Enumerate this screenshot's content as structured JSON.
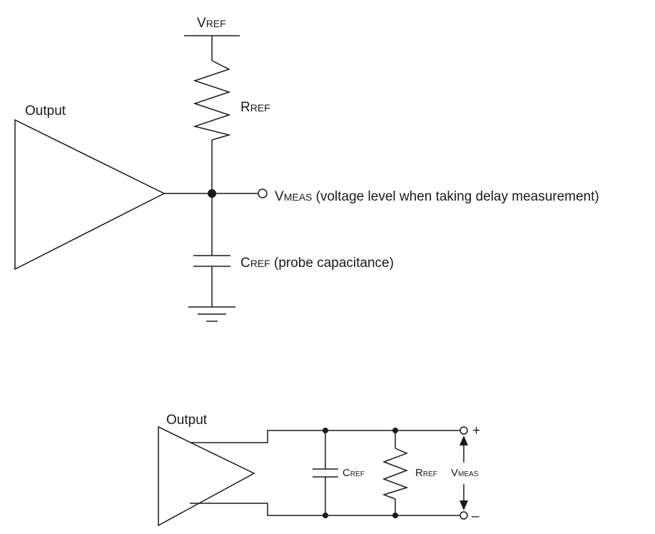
{
  "top_circuit": {
    "vref_label": {
      "main": "V",
      "sub": "REF"
    },
    "rref_label": {
      "main": "R",
      "sub": "REF"
    },
    "output_label": "Output",
    "vmeas_label": {
      "main": "V",
      "sub": "MEAS",
      "desc": " (voltage level when taking delay measurement)"
    },
    "cref_label": {
      "main": "C",
      "sub": "REF",
      "desc": " (probe capacitance)"
    }
  },
  "bottom_circuit": {
    "output_label": "Output",
    "cref_label": {
      "main": "C",
      "sub": "REF"
    },
    "rref_label": {
      "main": "R",
      "sub": "REF"
    },
    "vmeas_label": {
      "main": "V",
      "sub": "MEAS"
    },
    "plus": "+",
    "minus": "–"
  }
}
